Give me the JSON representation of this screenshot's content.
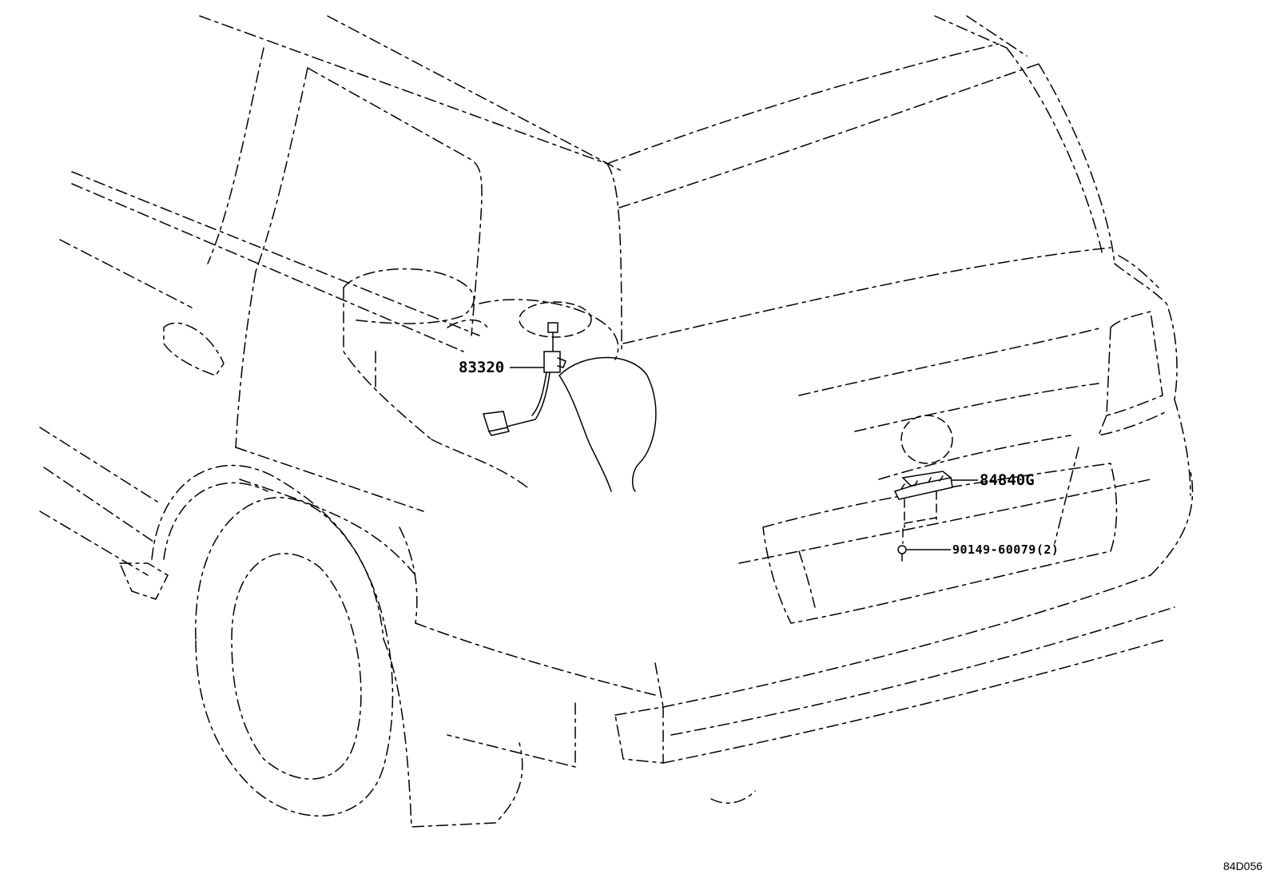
{
  "diagram": {
    "part_labels": {
      "fuel_sender": "83320",
      "switch": "84840G",
      "screw": "90149-60079(2)"
    },
    "diagram_code": "84D056"
  }
}
